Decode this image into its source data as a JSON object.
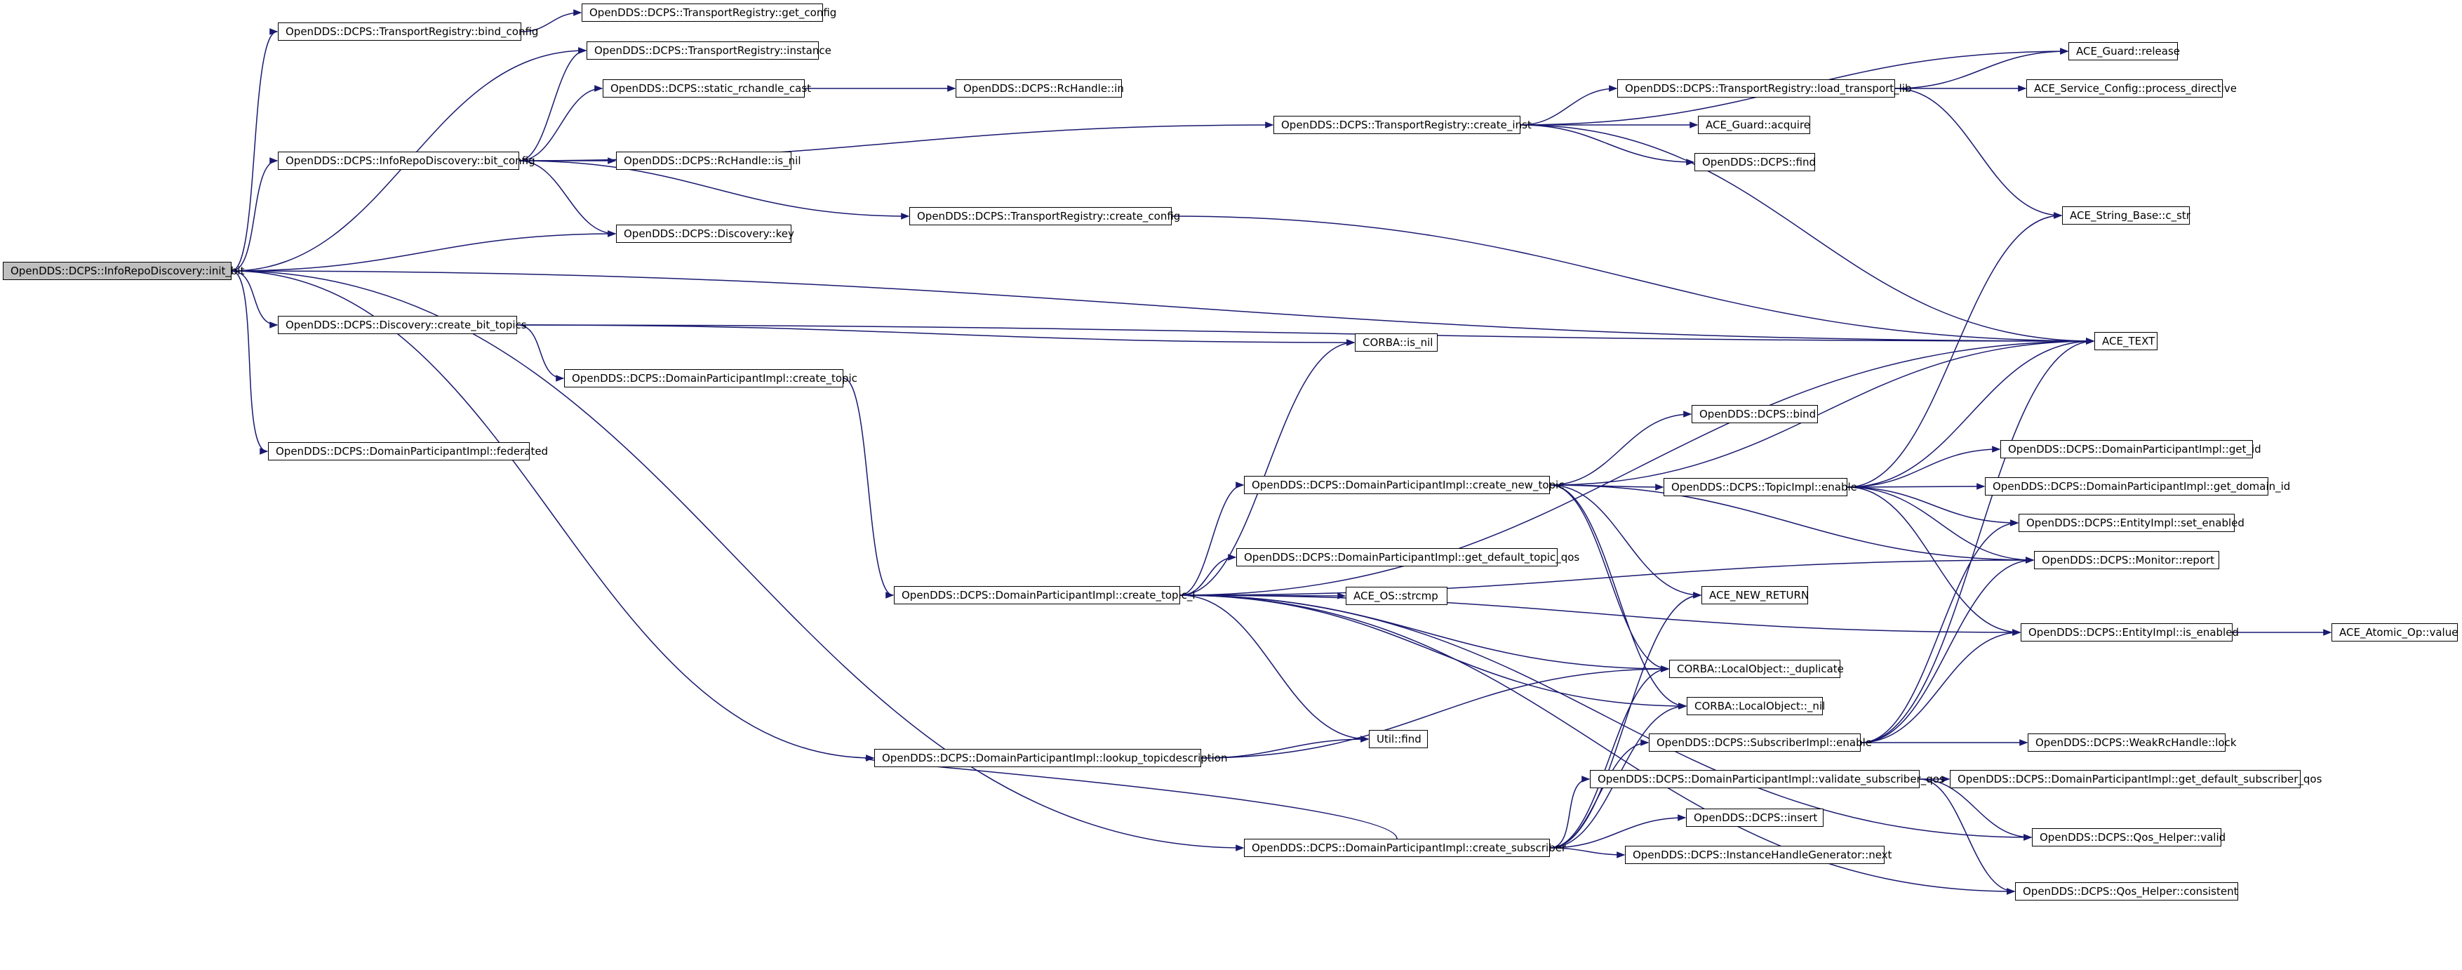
{
  "colors": {
    "edge": "#191970",
    "root_fill": "#bfbfbf",
    "node_fill": "#ffffff",
    "node_border": "#000000"
  },
  "nodes": {
    "n_root": "OpenDDS::DCPS::InfoRepoDiscovery::init_bit",
    "n_bind_config": "OpenDDS::DCPS::TransportRegistry::bind_config",
    "n_get_config": "OpenDDS::DCPS::TransportRegistry::get_config",
    "n_instance": "OpenDDS::DCPS::TransportRegistry::instance",
    "n_static_rchandle_cast": "OpenDDS::DCPS::static_rchandle_cast",
    "n_rchandle_in": "OpenDDS::DCPS::RcHandle::in",
    "n_bit_config": "OpenDDS::DCPS::InfoRepoDiscovery::bit_config",
    "n_rchandle_is_nil": "OpenDDS::DCPS::RcHandle::is_nil",
    "n_discovery_key": "OpenDDS::DCPS::Discovery::key",
    "n_create_bit_topics": "OpenDDS::DCPS::Discovery::create_bit_topics",
    "n_federated": "OpenDDS::DCPS::DomainParticipantImpl::federated",
    "n_create_topic": "OpenDDS::DCPS::DomainParticipantImpl::create_topic",
    "n_create_config": "OpenDDS::DCPS::TransportRegistry::create_config",
    "n_create_inst": "OpenDDS::DCPS::TransportRegistry::create_inst",
    "n_load_transport_lib": "OpenDDS::DCPS::TransportRegistry::load_transport_lib",
    "n_guard_acquire": "ACE_Guard::acquire",
    "n_dcps_find": "OpenDDS::DCPS::find",
    "n_guard_release": "ACE_Guard::release",
    "n_process_directive": "ACE_Service_Config::process_directive",
    "n_c_str": "ACE_String_Base::c_str",
    "n_ace_text": "ACE_TEXT",
    "n_corba_is_nil": "CORBA::is_nil",
    "n_dcps_bind": "OpenDDS::DCPS::bind",
    "n_create_new_topic": "OpenDDS::DCPS::DomainParticipantImpl::create_new_topic",
    "n_topic_enable": "OpenDDS::DCPS::TopicImpl::enable",
    "n_get_id": "OpenDDS::DCPS::DomainParticipantImpl::get_id",
    "n_get_domain_id": "OpenDDS::DCPS::DomainParticipantImpl::get_domain_id",
    "n_set_enabled": "OpenDDS::DCPS::EntityImpl::set_enabled",
    "n_monitor_report": "OpenDDS::DCPS::Monitor::report",
    "n_get_default_topic_qos": "OpenDDS::DCPS::DomainParticipantImpl::get_default_topic_qos",
    "n_create_topic_i": "OpenDDS::DCPS::DomainParticipantImpl::create_topic_i",
    "n_strcmp": "ACE_OS::strcmp",
    "n_ace_new_return": "ACE_NEW_RETURN",
    "n_is_enabled": "OpenDDS::DCPS::EntityImpl::is_enabled",
    "n_atomic_value": "ACE_Atomic_Op::value",
    "n_duplicate": "CORBA::LocalObject::_duplicate",
    "n_corba_nil": "CORBA::LocalObject::_nil",
    "n_util_find": "Util::find",
    "n_lookup_topicdescription": "OpenDDS::DCPS::DomainParticipantImpl::lookup_topicdescription",
    "n_subscriber_enable": "OpenDDS::DCPS::SubscriberImpl::enable",
    "n_weak_lock": "OpenDDS::DCPS::WeakRcHandle::lock",
    "n_validate_subscriber_qos": "OpenDDS::DCPS::DomainParticipantImpl::validate_subscriber_qos",
    "n_get_default_subscriber_qos": "OpenDDS::DCPS::DomainParticipantImpl::get_default_subscriber_qos",
    "n_dcps_insert": "OpenDDS::DCPS::insert",
    "n_qos_valid": "OpenDDS::DCPS::Qos_Helper::valid",
    "n_create_subscriber": "OpenDDS::DCPS::DomainParticipantImpl::create_subscriber",
    "n_ihg_next": "OpenDDS::DCPS::InstanceHandleGenerator::next",
    "n_qos_consistent": "OpenDDS::DCPS::Qos_Helper::consistent"
  }
}
